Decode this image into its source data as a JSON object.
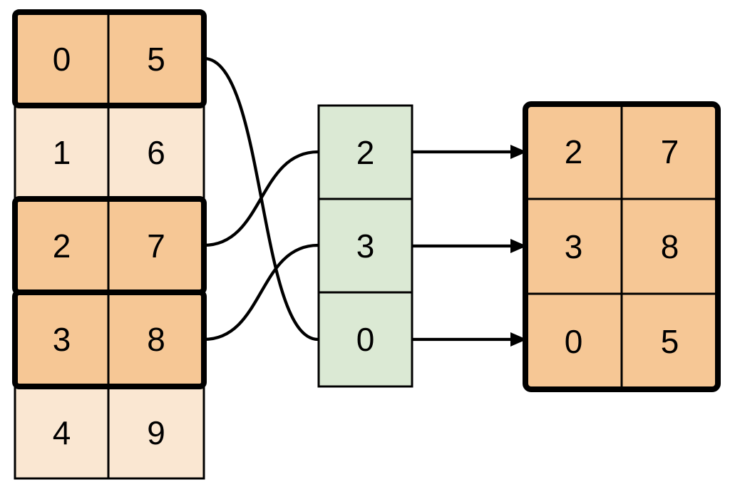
{
  "colors": {
    "background": "#FFFFFF",
    "highlight_fill": "#F6C795",
    "muted_fill": "#FAE7D2",
    "index_fill": "#DBE9D4",
    "line": "#000000"
  },
  "source_table": {
    "rows": [
      {
        "cells": [
          "0",
          "5"
        ],
        "highlighted": true
      },
      {
        "cells": [
          "1",
          "6"
        ],
        "highlighted": false
      },
      {
        "cells": [
          "2",
          "7"
        ],
        "highlighted": true
      },
      {
        "cells": [
          "3",
          "8"
        ],
        "highlighted": true
      },
      {
        "cells": [
          "4",
          "9"
        ],
        "highlighted": false
      }
    ]
  },
  "index_column": {
    "cells": [
      "2",
      "3",
      "0"
    ]
  },
  "result_table": {
    "rows": [
      {
        "cells": [
          "2",
          "7"
        ]
      },
      {
        "cells": [
          "3",
          "8"
        ]
      },
      {
        "cells": [
          "0",
          "5"
        ]
      }
    ]
  },
  "connections": {
    "curves": [
      {
        "from_source_row": "0 5",
        "to_index_value": "0"
      },
      {
        "from_source_row": "2 7",
        "to_index_value": "2"
      },
      {
        "from_source_row": "3 8",
        "to_index_value": "3"
      }
    ],
    "arrows": [
      {
        "from_index_value": "2",
        "to_result_row": "2 7"
      },
      {
        "from_index_value": "3",
        "to_result_row": "3 8"
      },
      {
        "from_index_value": "0",
        "to_result_row": "0 5"
      }
    ]
  }
}
